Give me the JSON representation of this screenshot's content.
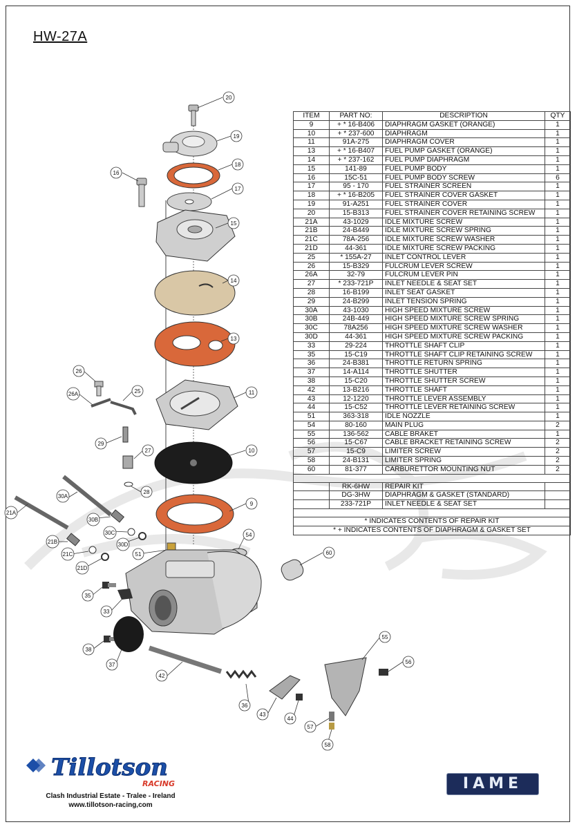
{
  "model": "HW-27A",
  "table": {
    "headers": {
      "item": "ITEM",
      "part": "PART NO:",
      "desc": "DESCRIPTION",
      "qty": "QTY"
    },
    "rows": [
      {
        "item": "9",
        "part": "+ * 16-B406",
        "desc": "DIAPHRAGM GASKET (ORANGE)",
        "qty": "1"
      },
      {
        "item": "10",
        "part": "+ * 237-600",
        "desc": "DIAPHRAGM",
        "qty": "1"
      },
      {
        "item": "11",
        "part": "91A-275",
        "desc": "DIAPHRAGM COVER",
        "qty": "1"
      },
      {
        "item": "13",
        "part": "+ * 16-B407",
        "desc": "FUEL PUMP GASKET (ORANGE)",
        "qty": "1"
      },
      {
        "item": "14",
        "part": "+ * 237-162",
        "desc": "FUEL PUMP DIAPHRAGM",
        "qty": "1"
      },
      {
        "item": "15",
        "part": "141-89",
        "desc": "FUEL PUMP BODY",
        "qty": "1"
      },
      {
        "item": "16",
        "part": "15C-51",
        "desc": "FUEL PUMP BODY SCREW",
        "qty": "6"
      },
      {
        "item": "17",
        "part": "95 - 170",
        "desc": "FUEL STRAINER SCREEN",
        "qty": "1"
      },
      {
        "item": "18",
        "part": "+ * 16-B205",
        "desc": "FUEL STRAINER COVER GASKET",
        "qty": "1"
      },
      {
        "item": "19",
        "part": "91-A251",
        "desc": "FUEL STRAINER COVER",
        "qty": "1"
      },
      {
        "item": "20",
        "part": "15-B313",
        "desc": "FUEL STRAINER COVER RETAINING SCREW",
        "qty": "1"
      },
      {
        "item": "21A",
        "part": "43-1029",
        "desc": "IDLE MIXTURE SCREW",
        "qty": "1"
      },
      {
        "item": "21B",
        "part": "24-B449",
        "desc": "IDLE MIXTURE SCREW SPRING",
        "qty": "1"
      },
      {
        "item": "21C",
        "part": "78A-256",
        "desc": "IDLE MIXTURE SCREW WASHER",
        "qty": "1"
      },
      {
        "item": "21D",
        "part": "44-361",
        "desc": "IDLE MIXTURE SCREW PACKING",
        "qty": "1"
      },
      {
        "item": "25",
        "part": "* 155A-27",
        "desc": "INLET CONTROL LEVER",
        "qty": "1"
      },
      {
        "item": "26",
        "part": "15-B329",
        "desc": "FULCRUM LEVER SCREW",
        "qty": "1"
      },
      {
        "item": "26A",
        "part": "32-79",
        "desc": "FULCRUM LEVER PIN",
        "qty": "1"
      },
      {
        "item": "27",
        "part": "* 233-721P",
        "desc": "INLET NEEDLE & SEAT SET",
        "qty": "1"
      },
      {
        "item": "28",
        "part": "16-B199",
        "desc": "INLET SEAT GASKET",
        "qty": "1"
      },
      {
        "item": "29",
        "part": "24-B299",
        "desc": "INLET TENSION SPRING",
        "qty": "1"
      },
      {
        "item": "30A",
        "part": "43-1030",
        "desc": "HIGH SPEED MIXTURE SCREW",
        "qty": "1"
      },
      {
        "item": "30B",
        "part": "24B-449",
        "desc": "HIGH SPEED MIXTURE SCREW SPRING",
        "qty": "1"
      },
      {
        "item": "30C",
        "part": "78A256",
        "desc": "HIGH SPEED MIXTURE SCREW WASHER",
        "qty": "1"
      },
      {
        "item": "30D",
        "part": "44-361",
        "desc": "HIGH SPEED MIXTURE SCREW PACKING",
        "qty": "1"
      },
      {
        "item": "33",
        "part": "29-224",
        "desc": "THROTTLE SHAFT CLIP",
        "qty": "1"
      },
      {
        "item": "35",
        "part": "15-C19",
        "desc": "THROTTLE SHAFT CLIP RETAINING SCREW",
        "qty": "1"
      },
      {
        "item": "36",
        "part": "24-B381",
        "desc": "THROTTLE RETURN SPRING",
        "qty": "1"
      },
      {
        "item": "37",
        "part": "14-A114",
        "desc": "THROTTLE SHUTTER",
        "qty": "1"
      },
      {
        "item": "38",
        "part": "15-C20",
        "desc": "THROTTLE SHUTTER SCREW",
        "qty": "1"
      },
      {
        "item": "42",
        "part": "13-B216",
        "desc": "THROTTLE SHAFT",
        "qty": "1"
      },
      {
        "item": "43",
        "part": "12-1220",
        "desc": "THROTTLE LEVER ASSEMBLY",
        "qty": "1"
      },
      {
        "item": "44",
        "part": "15-C52",
        "desc": "THROTTLE LEVER RETAINING SCREW",
        "qty": "1"
      },
      {
        "item": "51",
        "part": "363-318",
        "desc": "IDLE NOZZLE",
        "qty": "1"
      },
      {
        "item": "54",
        "part": "80-160",
        "desc": "MAIN PLUG",
        "qty": "2"
      },
      {
        "item": "55",
        "part": "136-562",
        "desc": "CABLE BRAKET",
        "qty": "1"
      },
      {
        "item": "56",
        "part": "15-C67",
        "desc": "CABLE BRACKET RETAINING SCREW",
        "qty": "2"
      },
      {
        "item": "57",
        "part": "15-C9",
        "desc": "LIMITER SCREW",
        "qty": "2"
      },
      {
        "item": "58",
        "part": "24-B131",
        "desc": "LIMITER SPRING",
        "qty": "2"
      },
      {
        "item": "60",
        "part": "81-377",
        "desc": "CARBURETTOR MOUNTING NUT",
        "qty": "2"
      }
    ],
    "kits": [
      {
        "part": "RK-6HW",
        "desc": "REPAIR KIT"
      },
      {
        "part": "DG-3HW",
        "desc": "DIAPHRAGM & GASKET (STANDARD)"
      },
      {
        "part": "233-721P",
        "desc": "INLET NEEDLE & SEAT SET"
      }
    ],
    "notes": [
      "* INDICATES CONTENTS OF REPAIR KIT",
      "* + INDICATES CONTENTS OF DIAPHRAGM & GASKET SET"
    ]
  },
  "callouts": [
    "20",
    "19",
    "18",
    "17",
    "16",
    "15",
    "14",
    "13",
    "26",
    "25",
    "26A",
    "11",
    "29",
    "27",
    "10",
    "28",
    "30A",
    "30B",
    "21A",
    "30C",
    "9",
    "21B",
    "30D",
    "54",
    "21C",
    "51",
    "60",
    "21D",
    "35",
    "33",
    "55",
    "38",
    "37",
    "56",
    "42",
    "36",
    "43",
    "44",
    "57",
    "58"
  ],
  "logo": {
    "brand": "Tillotson",
    "sub": "RACING"
  },
  "address": {
    "line1": "Clash Industrial Estate  - Tralee - Ireland",
    "line2": "www.tillotson-racing,com"
  },
  "iame_logo": "IAME",
  "colors": {
    "gasket": "#d9683a",
    "diaphragm": "#1c1c1c",
    "pump_diaphragm": "#d9c7a6",
    "logo_blue": "#1c4fa8",
    "iame_navy": "#1c2c5a"
  }
}
